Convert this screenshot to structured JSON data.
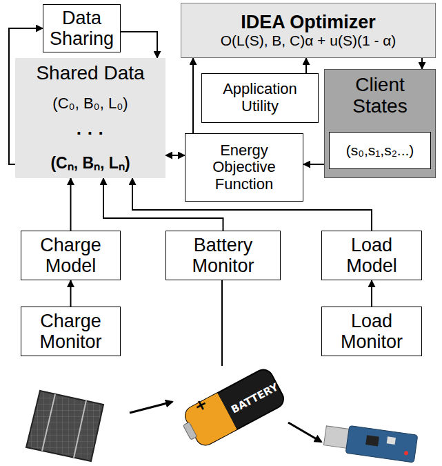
{
  "diagram": {
    "nodes": [
      {
        "text": [
          "Data Sharing"
        ]
      },
      {
        "text": [
          "IDEA Optimizer",
          "O(L(S), B, C)α + u(S)(1 - α)"
        ]
      },
      {
        "text": [
          "Shared Data",
          "(C₀, B₀, L₀)",
          "· · ·",
          "(Cₙ, Bₙ, Lₙ)"
        ]
      },
      {
        "text": [
          "Application Utility"
        ]
      },
      {
        "text": [
          "Client States"
        ]
      },
      {
        "text": [
          "(s₀,s₁,s₂...)"
        ],
        "in": 4
      },
      {
        "text": [
          "Energy Objective Function"
        ]
      },
      {
        "text": [
          "Charge Model"
        ]
      },
      {
        "text": [
          "Battery Monitor"
        ]
      },
      {
        "text": [
          "Load Model"
        ]
      },
      {
        "text": [
          "Charge Monitor"
        ]
      },
      {
        "text": [
          "Load Monitor"
        ]
      }
    ],
    "edges": [
      {
        "from": 2,
        "to": 0,
        "arrow": "to"
      },
      {
        "from": 0,
        "to": 2,
        "arrow": "to"
      },
      {
        "from": 6,
        "to": 2,
        "arrow": "both"
      },
      {
        "from": 6,
        "to": 1,
        "arrow": "to"
      },
      {
        "from": 3,
        "to": 1,
        "arrow": "to"
      },
      {
        "from": 1,
        "to": 4,
        "arrow": "to"
      },
      {
        "from": 4,
        "to": 6,
        "arrow": "to"
      },
      {
        "from": 7,
        "to": 2,
        "arrow": "to"
      },
      {
        "from": 8,
        "to": 2,
        "arrow": "to"
      },
      {
        "from": 9,
        "to": 2,
        "arrow": "to"
      },
      {
        "from": 10,
        "to": 7,
        "arrow": "to"
      },
      {
        "from": 11,
        "to": 9,
        "arrow": "to"
      }
    ],
    "labels": [
      "+",
      "BATTERY"
    ]
  }
}
